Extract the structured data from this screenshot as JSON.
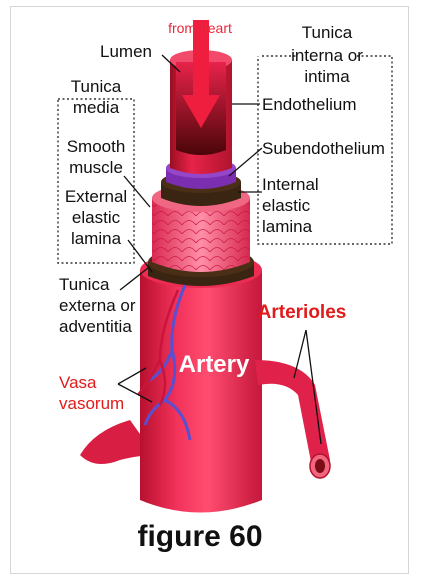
{
  "labels": {
    "from_heart": "from heart",
    "lumen": "Lumen",
    "tunica_interna_1": "Tunica",
    "tunica_interna_2": "interna or",
    "tunica_interna_3": "intima",
    "endothelium": "Endothelium",
    "subendothelium": "Subendothelium",
    "internal_elastic_1": "Internal",
    "internal_elastic_2": "elastic",
    "internal_elastic_3": "lamina",
    "tunica_media_1": "Tunica",
    "tunica_media_2": "media",
    "smooth_muscle_1": "Smooth",
    "smooth_muscle_2": "muscle",
    "external_elastic_1": "External",
    "external_elastic_2": "elastic",
    "external_elastic_3": "lamina",
    "tunica_externa_1": "Tunica",
    "tunica_externa_2": "externa or",
    "tunica_externa_3": "adventitia",
    "artery": "Artery",
    "arterioles": "Arterioles",
    "vasa_vasorum_1": "Vasa",
    "vasa_vasorum_2": "vasorum"
  },
  "caption": "figure 60",
  "colors": {
    "artery_red": "#e8234a",
    "lumen_dark": "#7a0c16",
    "endothelium_purple": "#7b2fb0",
    "elastic_brown": "#3a2412",
    "vessel_blue": "#5a4fd1",
    "label_red": "#e01b1b"
  }
}
